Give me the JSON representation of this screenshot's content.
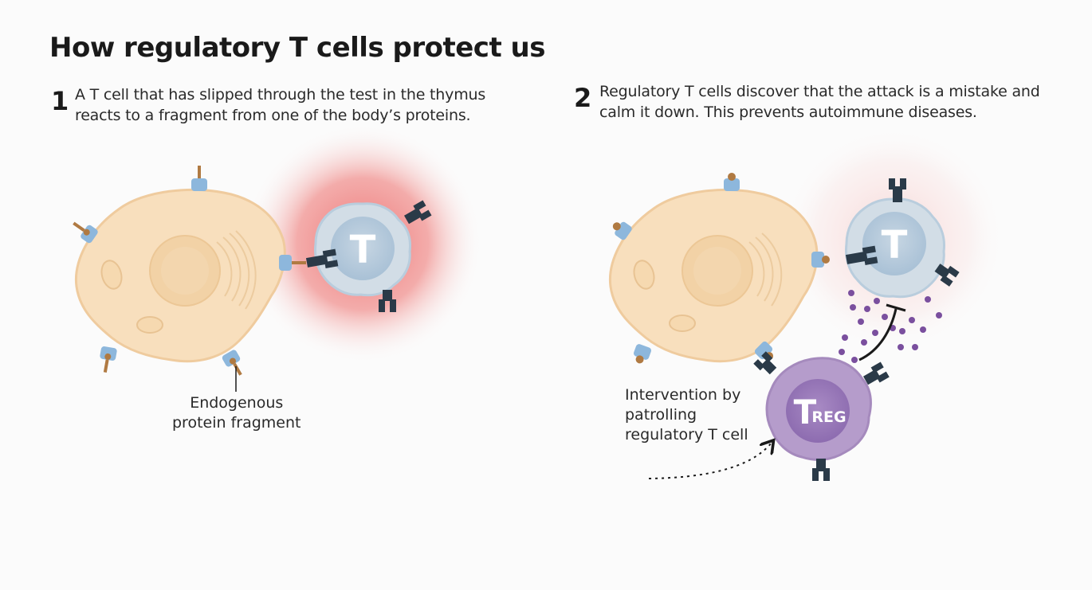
{
  "title": "How regulatory T cells protect us",
  "step1": {
    "number": "1",
    "lines": [
      "A T cell that has slipped through the test in the thymus",
      "reacts to a fragment from one of the body’s proteins."
    ],
    "t_cell_letter": "T",
    "callout": [
      "Endogenous",
      "protein fragment"
    ]
  },
  "step2": {
    "number": "2",
    "lines": [
      "Regulatory T cells discover that the attack is a mistake and",
      "calm it down. This prevents autoimmune diseases."
    ],
    "t_cell_letter": "T",
    "treg_main": "T",
    "treg_sub": "REG",
    "callout": [
      "Intervention by",
      "patrolling",
      "regulatory T cell"
    ]
  },
  "colors": {
    "body_cell": "#f8dfbd",
    "body_cell_edge": "#efcb9e",
    "t_cell": "#d2dde6",
    "t_cell_core": "#b9cddd",
    "treg_cell": "#b59ccb",
    "treg_core": "#9b7cba",
    "receptor_blue": "#8db7dc",
    "receptor_dark": "#2a3a48",
    "fragment": "#b07a42",
    "inflammation": "#ee6f6f",
    "cytokine_dots": "#7a4f9e"
  }
}
